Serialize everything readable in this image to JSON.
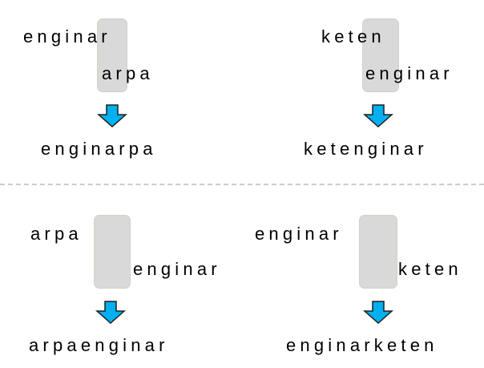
{
  "colors": {
    "arrow_fill": "#00b0f0",
    "arrow_stroke": "#1f1f1f",
    "overlap_box_fill": "#d9d9d9",
    "divider": "#cccccc"
  },
  "panels": [
    {
      "first": "enginar",
      "second": "arpa",
      "result": "enginarpa"
    },
    {
      "first": "keten",
      "second": "enginar",
      "result": "ketenginar"
    },
    {
      "first": "arpa",
      "second": "enginar",
      "result": "arpaenginar"
    },
    {
      "first": "enginar",
      "second": "keten",
      "result": "enginarketen"
    }
  ]
}
